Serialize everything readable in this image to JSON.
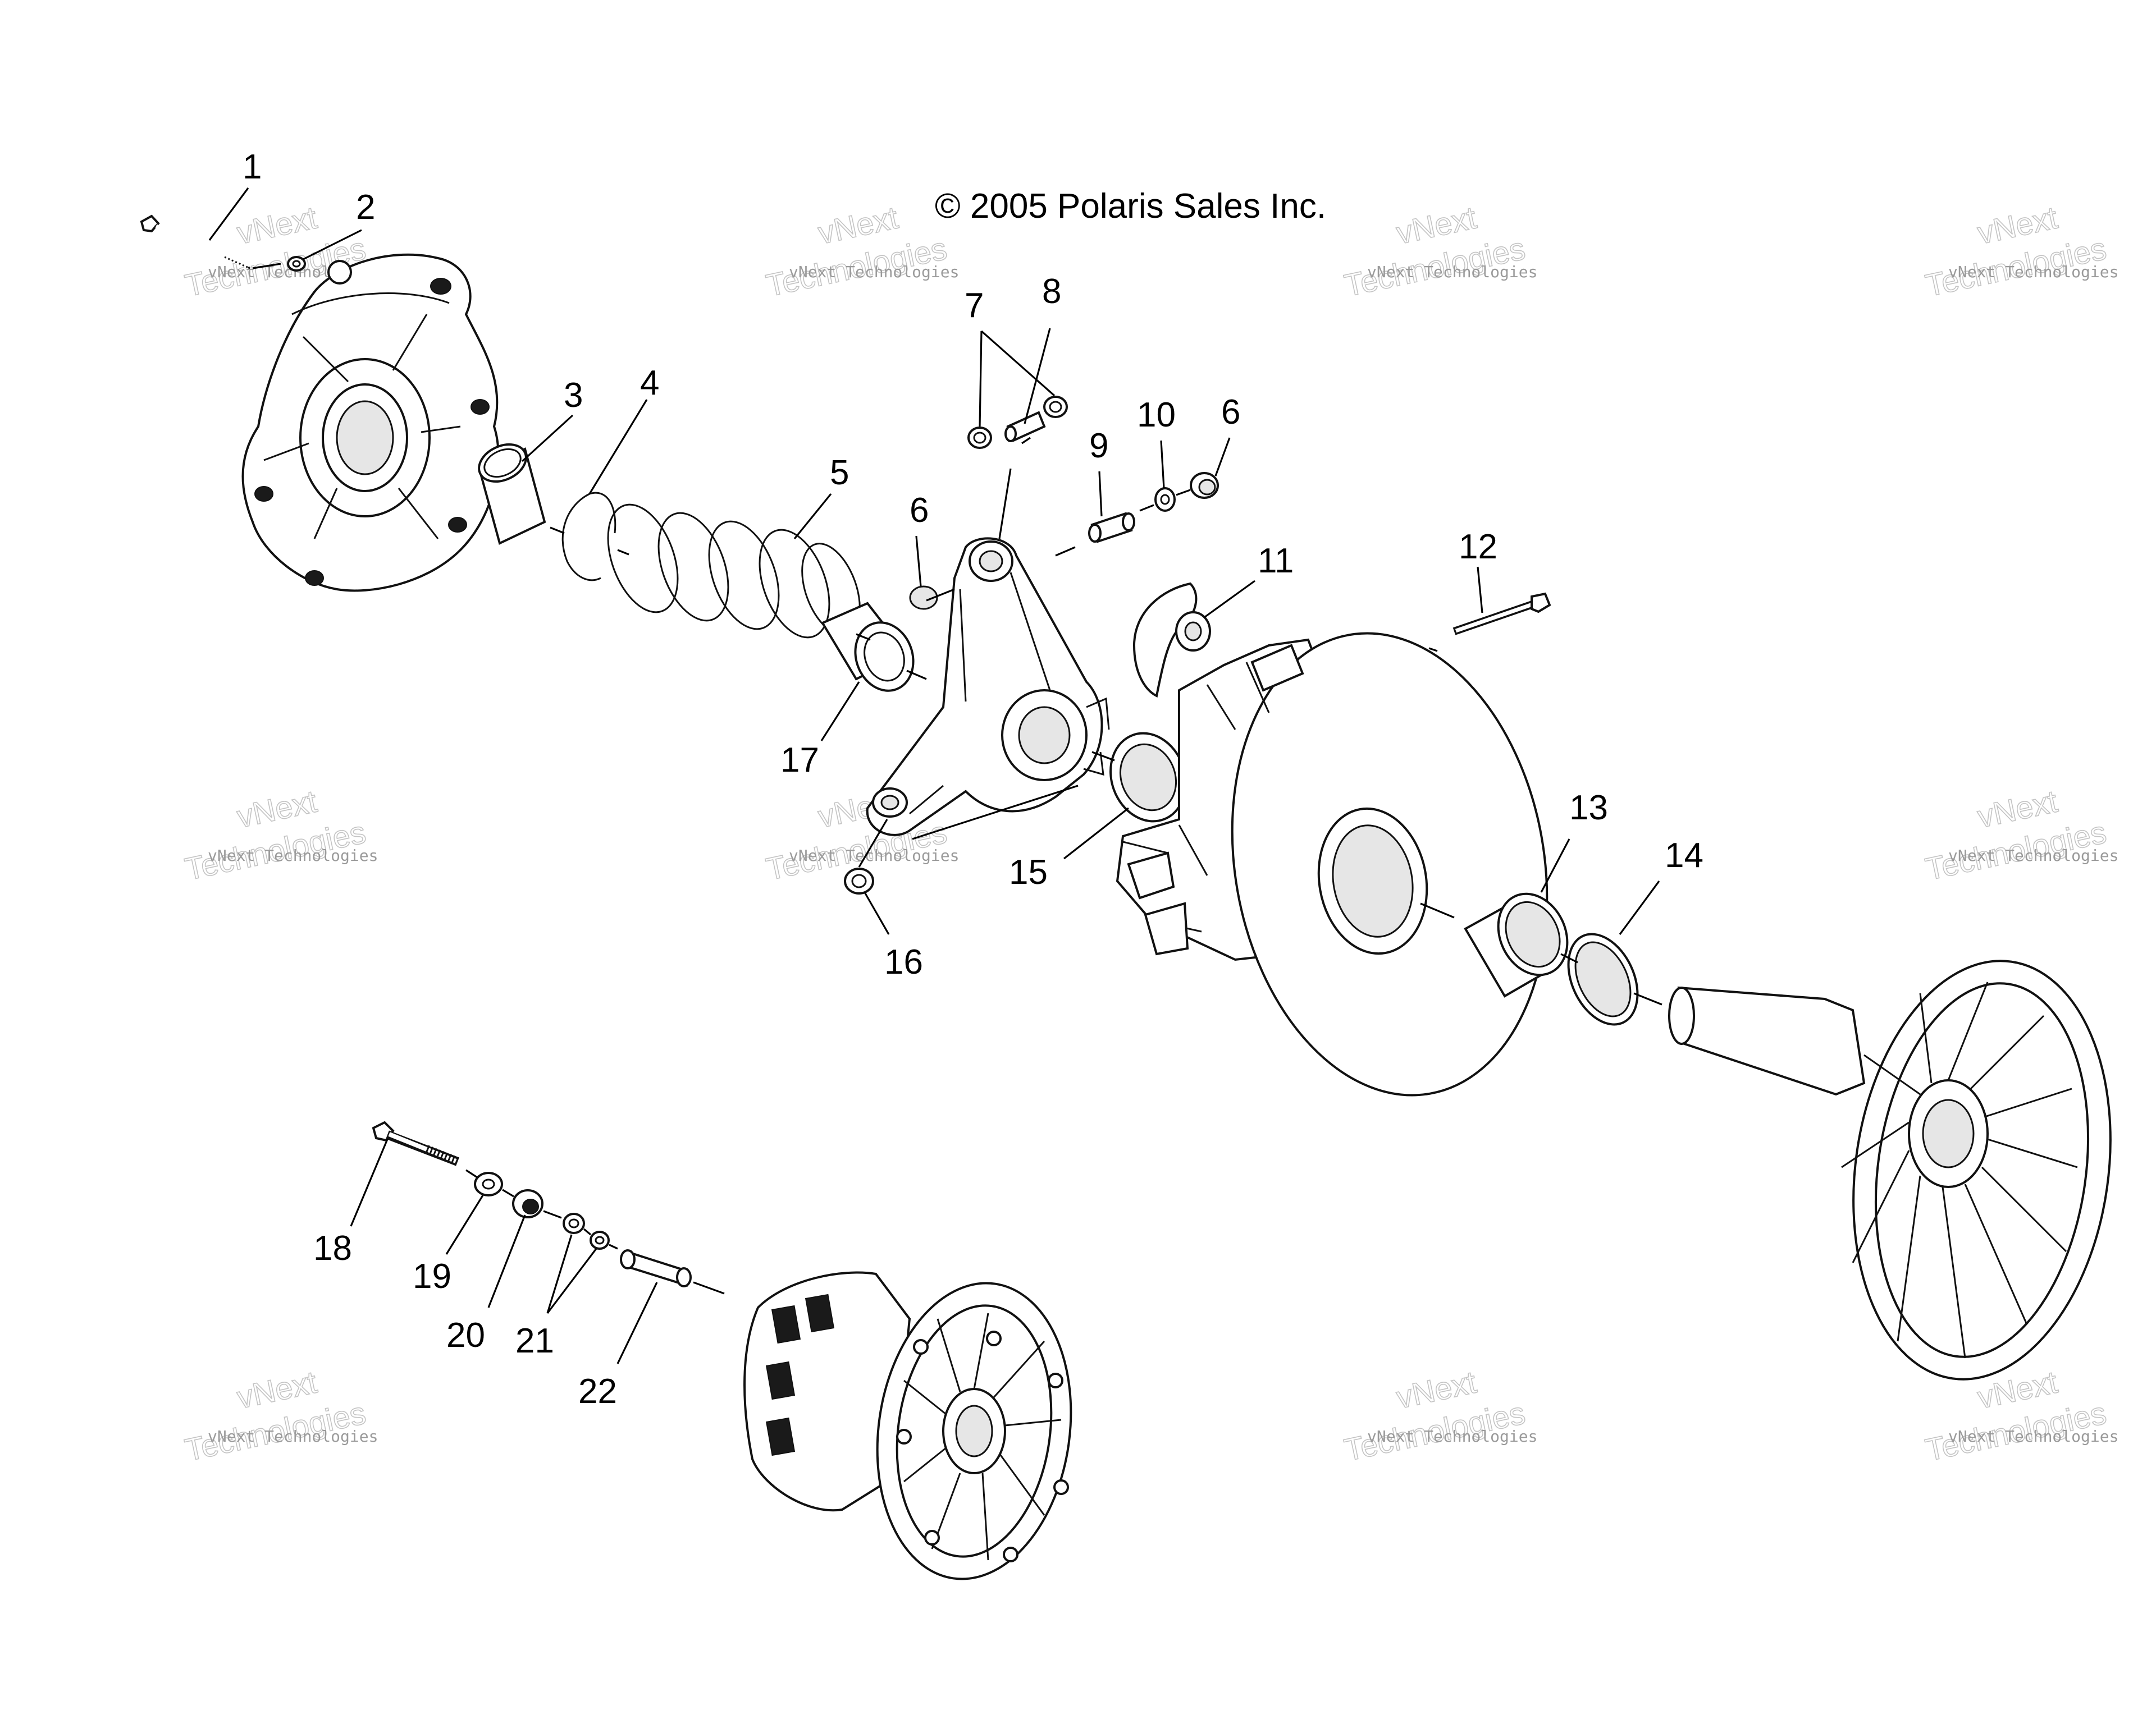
{
  "copyright": "© 2005 Polaris Sales Inc.",
  "watermark": {
    "small": "vNext Technologies",
    "outline_top": "vNext",
    "outline_bottom": "Technologies"
  },
  "callouts": [
    {
      "id": "c1",
      "text": "1"
    },
    {
      "id": "c2",
      "text": "2"
    },
    {
      "id": "c3",
      "text": "3"
    },
    {
      "id": "c4",
      "text": "4"
    },
    {
      "id": "c5",
      "text": "5"
    },
    {
      "id": "c6a",
      "text": "6"
    },
    {
      "id": "c6b",
      "text": "6"
    },
    {
      "id": "c7",
      "text": "7"
    },
    {
      "id": "c8",
      "text": "8"
    },
    {
      "id": "c9",
      "text": "9"
    },
    {
      "id": "c10",
      "text": "10"
    },
    {
      "id": "c11",
      "text": "11"
    },
    {
      "id": "c12",
      "text": "12"
    },
    {
      "id": "c13",
      "text": "13"
    },
    {
      "id": "c14",
      "text": "14"
    },
    {
      "id": "c15",
      "text": "15"
    },
    {
      "id": "c16",
      "text": "16"
    },
    {
      "id": "c17",
      "text": "17"
    },
    {
      "id": "c18",
      "text": "18"
    },
    {
      "id": "c19",
      "text": "19"
    },
    {
      "id": "c20",
      "text": "20"
    },
    {
      "id": "c21",
      "text": "21"
    },
    {
      "id": "c22",
      "text": "22"
    }
  ]
}
